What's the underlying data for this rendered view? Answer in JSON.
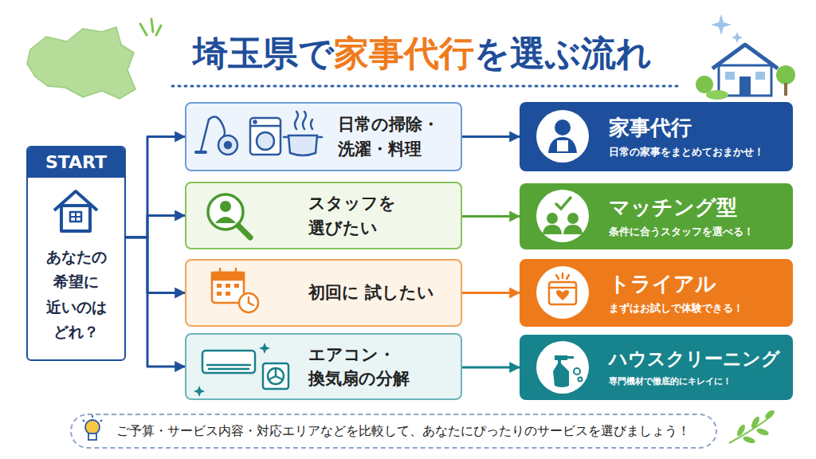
{
  "diagram": {
    "title": "埼玉県で家事代行を選ぶ流れ",
    "caption": "ご予算・サービス内容・対応エリアなどを比較して、あなたにぴったりのサービスを選びましょう！",
    "nodes": [
      {
        "text": [
          "START",
          "あなたの 希望に 近いのは どれ？"
        ]
      },
      {
        "text": [
          "日常の掃除・ 洗濯・料理"
        ]
      },
      {
        "text": [
          "スタッフを 選びたい"
        ]
      },
      {
        "text": [
          "初回に 試したい"
        ]
      },
      {
        "text": [
          "エアコン・ 換気扇の分解"
        ]
      },
      {
        "text": [
          "家事代行",
          "日常の家事をまとめておまかせ！"
        ]
      },
      {
        "text": [
          "マッチング型",
          "条件に合うスタッフを選べる！"
        ]
      },
      {
        "text": [
          "トライアル",
          "まずはお試しで体験できる！"
        ]
      },
      {
        "text": [
          "ハウスクリーニング",
          "専門機材で徹底的にキレイに！"
        ]
      }
    ],
    "edges": [
      {
        "from": 0,
        "to": 1,
        "arrow": "to"
      },
      {
        "from": 0,
        "to": 2,
        "arrow": "to"
      },
      {
        "from": 0,
        "to": 3,
        "arrow": "to"
      },
      {
        "from": 0,
        "to": 4,
        "arrow": "to"
      },
      {
        "from": 1,
        "to": 5,
        "arrow": "to"
      },
      {
        "from": 2,
        "to": 6,
        "arrow": "to"
      },
      {
        "from": 3,
        "to": 7,
        "arrow": "to"
      },
      {
        "from": 4,
        "to": 8,
        "arrow": "to"
      }
    ]
  }
}
